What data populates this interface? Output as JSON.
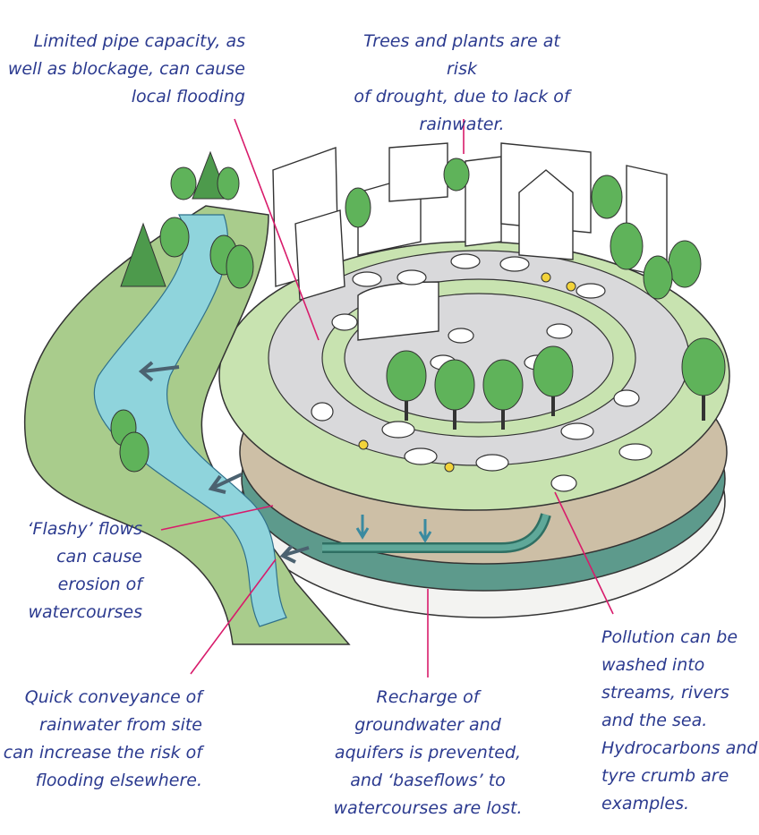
{
  "annotations": {
    "pipe_capacity": "Limited pipe capacity, as\nwell as blockage, can cause\nlocal flooding",
    "drought": "Trees and plants are at risk\nof drought, due to lack of\nrainwater.",
    "flashy_flows": "‘Flashy’ flows\ncan cause\nerosion of\nwatercourses",
    "quick_conveyance": "Quick conveyance of\nrainwater from site\ncan increase the risk of\nflooding elsewhere.",
    "recharge": "Recharge of\ngroundwater and\naquifers is prevented,\nand ‘baseflows’ to\nwatercourses are lost.",
    "pollution": "Pollution can be\nwashed into\nstreams, rivers\nand the sea.\nHydrocarbons and\ntyre crumb are\nexamples."
  },
  "colors": {
    "text": "#2b3a8f",
    "leader": "#d81b6b",
    "grass": "#c8e3b0",
    "bank": "#a9cc8c",
    "water": "#8fd4dc",
    "road": "#d9d9db",
    "soil": "#cdbfa6",
    "aquifer": "#5d9a8c",
    "tree": "#5fb35a"
  }
}
